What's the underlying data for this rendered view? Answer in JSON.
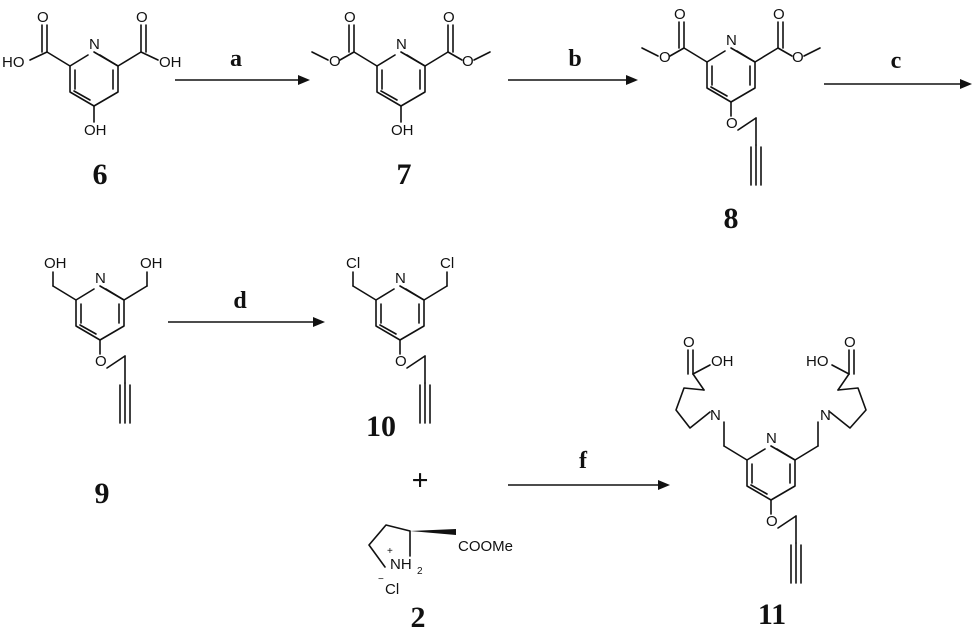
{
  "compounds": [
    {
      "id": "c6",
      "label": "6"
    },
    {
      "id": "c7",
      "label": "7"
    },
    {
      "id": "c8",
      "label": "8"
    },
    {
      "id": "c9",
      "label": "9"
    },
    {
      "id": "c10",
      "label": "10"
    },
    {
      "id": "c2",
      "label": "2"
    },
    {
      "id": "c11",
      "label": "11"
    }
  ],
  "steps": [
    {
      "id": "a",
      "label": "a"
    },
    {
      "id": "b",
      "label": "b"
    },
    {
      "id": "c",
      "label": "c"
    },
    {
      "id": "d",
      "label": "d"
    },
    {
      "id": "f",
      "label": "f"
    }
  ],
  "atoms": {
    "N": "N",
    "OH": "OH",
    "HO": "HO",
    "O": "O",
    "Cl": "Cl",
    "COOMe": "COOMe",
    "NH2": "NH",
    "sub2": "2",
    "plus_charge": "+",
    "chloride": "Cl",
    "minus_charge": "−"
  },
  "plus_sign": "+"
}
